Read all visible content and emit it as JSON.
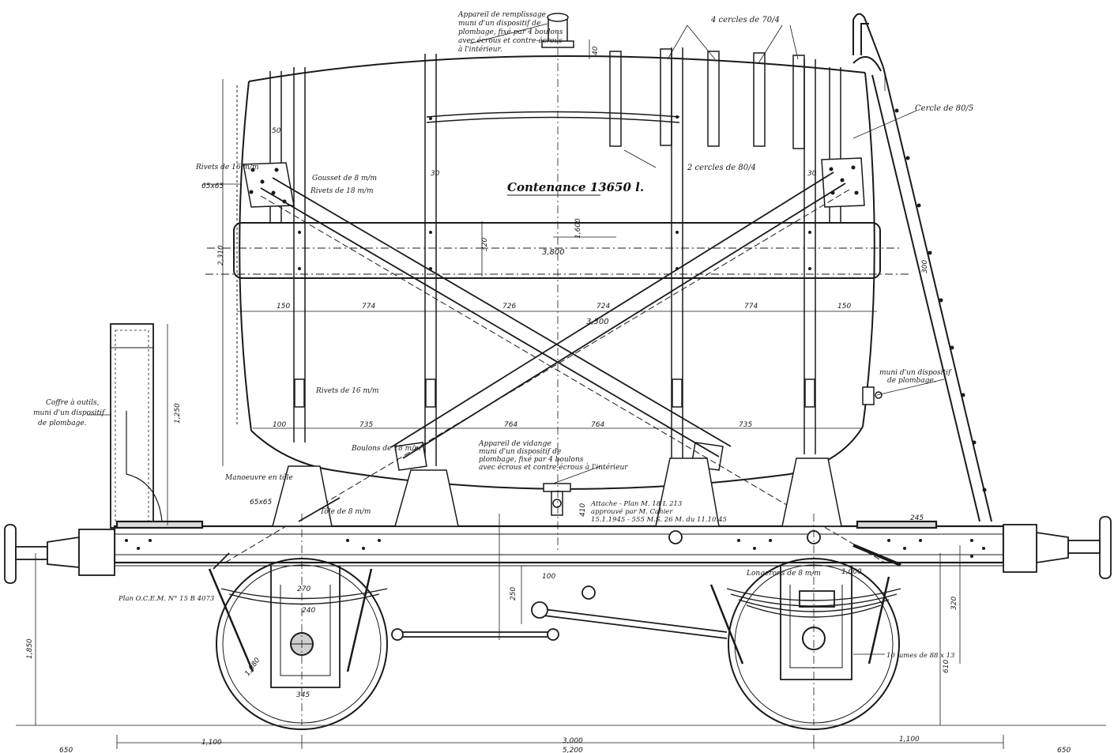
{
  "drawing": {
    "title": "Contenance 13650 l.",
    "colors": {
      "ink": "#1a1a1a",
      "paper": "#ffffff"
    }
  },
  "notes": {
    "filling_device": [
      "Appareil de remplissage",
      "muni d'un dispositif de",
      "plombage, fixé par 4 boulons",
      "avec écrous et contre-écrous",
      "à l'intérieur."
    ],
    "hoops_4": "4 cercles de 70/4",
    "hoops_2": "2 cercles de 80/4",
    "hoop_80_5": "Cercle de 80/5",
    "rivets_16": "Rivets de 16 m/m",
    "rivets_18": "Rivets de 18 m/m",
    "gousset": "Gousset de 8 m/m",
    "rivets_16b": "Rivets de 16 m/m",
    "boulons_18": "Boulons de 18 m/m",
    "drain_device": [
      "Appareil de vidange",
      "muni d'un dispositif de",
      "plombage, fixé par 4 boulons",
      "avec écrous et contre-écrous à l'intérieur"
    ],
    "sealing_device": [
      "muni d'un dispositif",
      "de plombage."
    ],
    "tool_box": [
      "Coffre à outils,",
      "muni d'un dispositif",
      "de plombage."
    ],
    "manoeuvre": "Manoeuvre en tôle",
    "tole": "Tôle de 8 m/m",
    "attelage": [
      "Attache - Plan M. 18 L 213",
      "approuvé par M. Cahier",
      "15.1.1945 - 555 M.S. 26 M. du 11.10.45"
    ],
    "plan_ocem": "Plan O.C.E.M. N° 15 B 4073",
    "longerons": "Longerons de 8 m/m",
    "ressorts": "10 lames de 88 x 13"
  },
  "dimensions": {
    "d_65x65": "65x65",
    "d_50": "50",
    "d_30": "30",
    "d_3800": "3,800",
    "d_320": "320",
    "d_1600": "1,600",
    "d_2310": "2,310",
    "d_3300": "3,300",
    "d_150": "150",
    "d_774": "774",
    "d_726": "726",
    "d_724": "724",
    "d_774b": "774",
    "d_150b": "150",
    "d_100": "100",
    "d_735": "735",
    "d_764": "764",
    "d_764b": "764",
    "d_735b": "735",
    "d_1250": "1,250",
    "d_65x65b": "65x65",
    "d_30b": "30",
    "d_300": "300",
    "d_270": "270",
    "d_240": "240",
    "d_345": "345",
    "d_1080": "1,080",
    "d_1850": "1,850",
    "d_250": "250",
    "d_1000": "1,000",
    "d_245": "245",
    "d_1100": "1,100",
    "d_3000": "3,000",
    "d_1100b": "1,100",
    "d_5200": "5,200",
    "d_650": "650",
    "d_650b": "650",
    "d_610": "610",
    "d_320b": "320",
    "d_40": "40",
    "d_100b": "100",
    "d_410": "410"
  }
}
